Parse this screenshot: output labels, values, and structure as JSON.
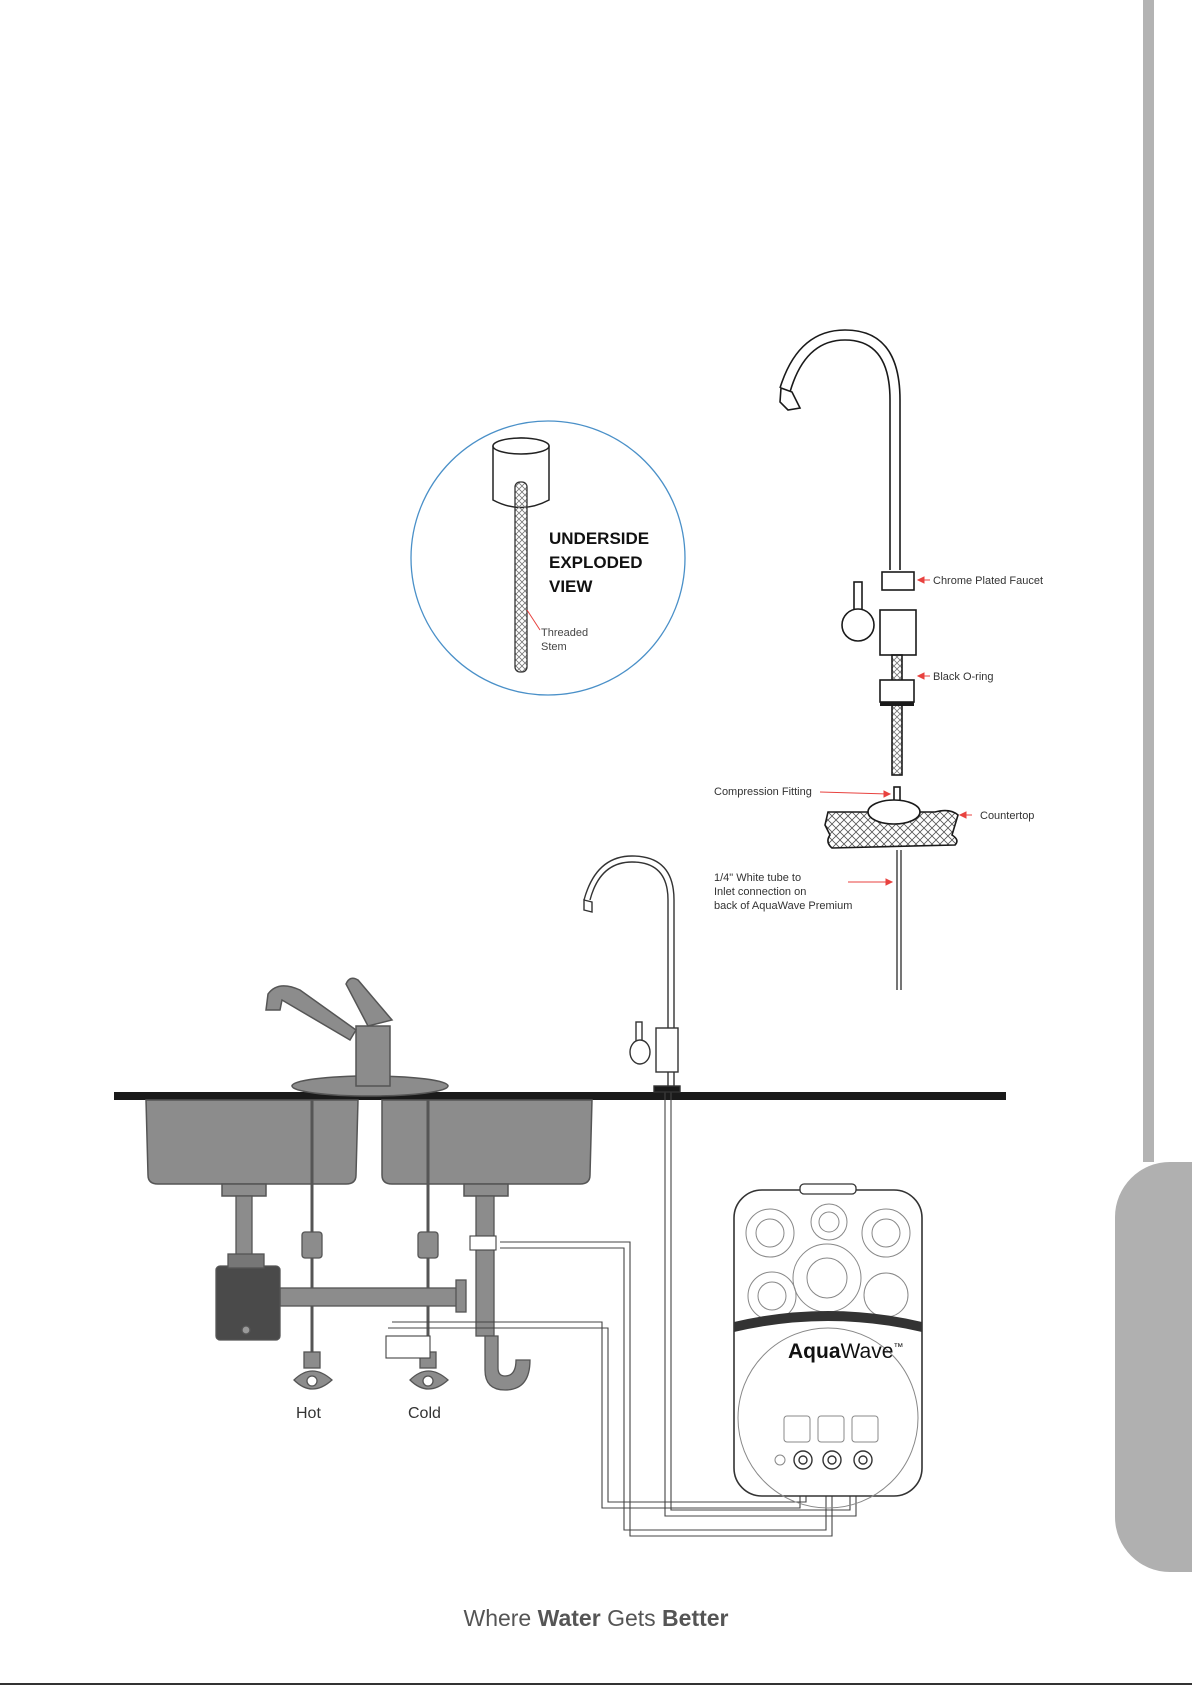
{
  "exploded_view": {
    "title_line1": "UNDERSIDE",
    "title_line2": "EXPLODED",
    "title_line3": "VIEW",
    "stem_label_line1": "Threaded",
    "stem_label_line2": "Stem"
  },
  "labels": {
    "chrome_faucet": "Chrome Plated Faucet",
    "o_ring": "Black O-ring",
    "compression_fitting": "Compression Fitting",
    "countertop": "Countertop",
    "tube_line1": "1/4\" White tube to",
    "tube_line2": "Inlet connection on",
    "tube_line3": "back of AquaWave Premium",
    "hot": "Hot",
    "cold": "Cold"
  },
  "unit": {
    "brand_bold": "Aqua",
    "brand_rest": "Wave",
    "tm": "™"
  },
  "footer": {
    "w1": "Where",
    "w2": "Water",
    "w3": "Gets",
    "w4": "Better"
  },
  "colors": {
    "accent_red": "#e8423f",
    "circle_blue": "#4a90c8",
    "sink_gray": "#8c8c8c",
    "dark": "#1a1a1a"
  }
}
